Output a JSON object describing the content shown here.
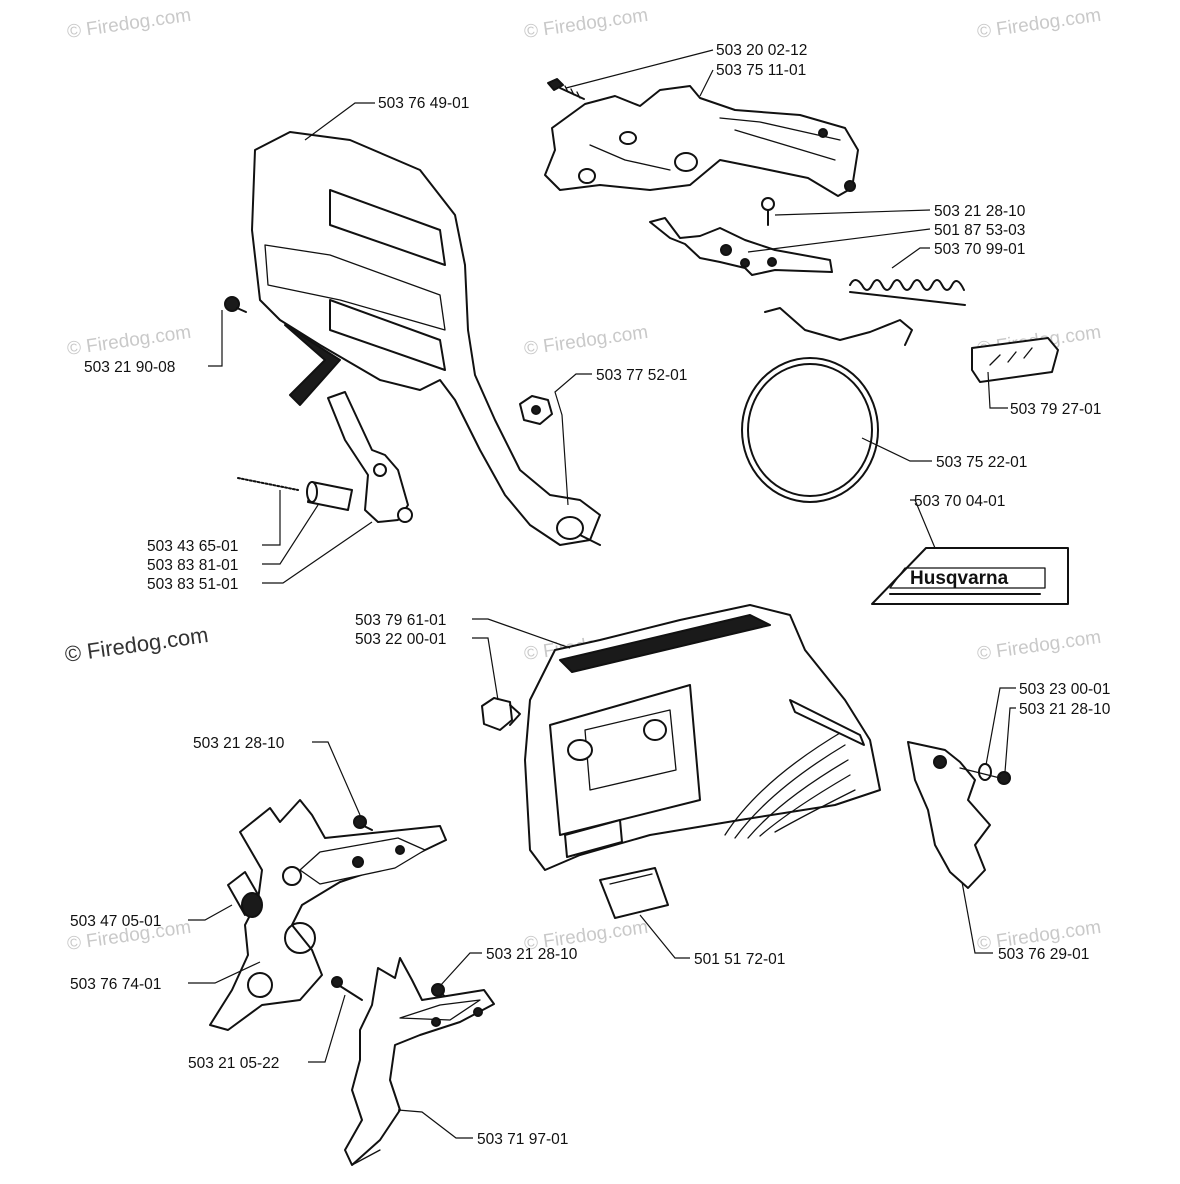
{
  "watermark": {
    "text": "© Firedog.com",
    "prominent": "© Firedog.com"
  },
  "decal": {
    "brand": "Husqvarna"
  },
  "part_numbers": {
    "p_503_20_02_12": "503 20 02-12",
    "p_503_75_11_01": "503 75 11-01",
    "p_503_76_49_01": "503 76 49-01",
    "p_503_21_28_10_a": "503 21 28-10",
    "p_501_87_53_03": "501 87 53-03",
    "p_503_70_99_01": "503 70 99-01",
    "p_503_21_90_08": "503 21 90-08",
    "p_503_77_52_01": "503 77 52-01",
    "p_503_79_27_01": "503 79 27-01",
    "p_503_75_22_01": "503 75 22-01",
    "p_503_70_04_01": "503 70 04-01",
    "p_503_43_65_01": "503 43 65-01",
    "p_503_83_81_01": "503 83 81-01",
    "p_503_83_51_01": "503 83 51-01",
    "p_503_79_61_01": "503 79 61-01",
    "p_503_22_00_01": "503 22 00-01",
    "p_503_23_00_01": "503 23 00-01",
    "p_503_21_28_10_b": "503 21 28-10",
    "p_503_21_28_10_c": "503 21 28-10",
    "p_503_47_05_01": "503 47 05-01",
    "p_503_76_74_01": "503 76 74-01",
    "p_503_21_28_10_d": "503 21 28-10",
    "p_501_51_72_01": "501 51 72-01",
    "p_503_76_29_01": "503 76 29-01",
    "p_503_21_05_22": "503 21 05-22",
    "p_503_71_97_01": "503 71 97-01"
  }
}
